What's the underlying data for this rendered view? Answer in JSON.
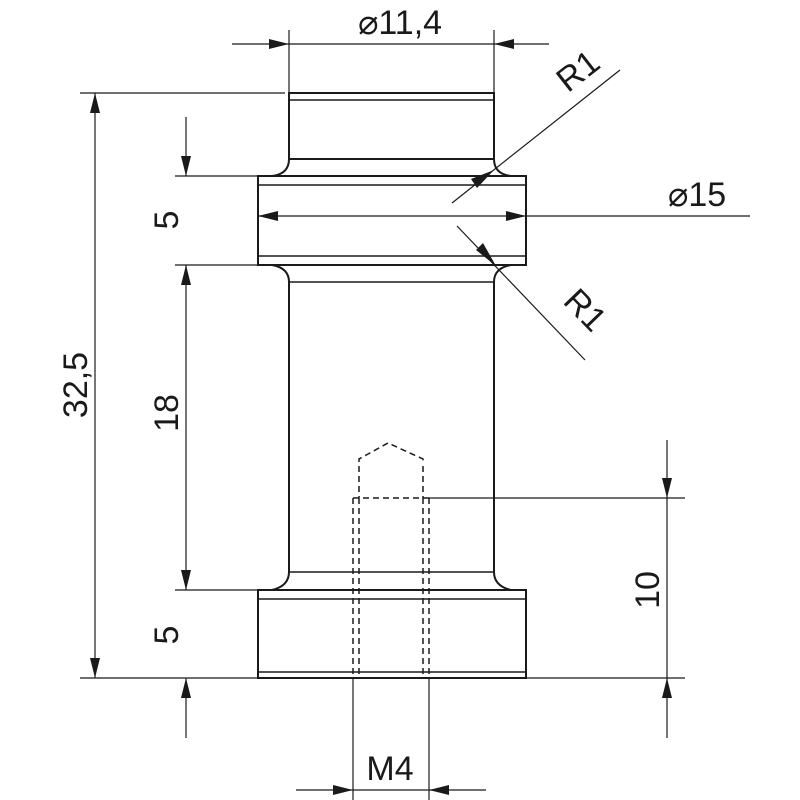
{
  "drawing": {
    "dimensions": {
      "top_diameter": "⌀11,4",
      "flange_diameter": "⌀15",
      "radius_upper": "R1",
      "radius_lower": "R1",
      "total_height": "32,5",
      "upper_flange_height": "5",
      "shaft_height": "18",
      "lower_flange_height": "5",
      "thread_depth": "10",
      "thread_size": "M4"
    }
  }
}
